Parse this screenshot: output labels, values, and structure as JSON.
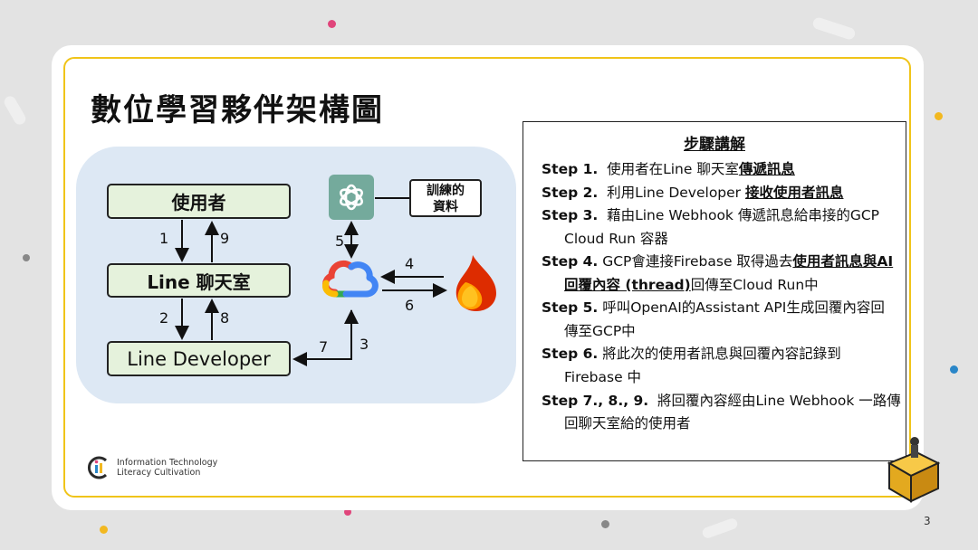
{
  "slide": {
    "title": "數位學習夥伴架構圖",
    "page_number": "3"
  },
  "diagram": {
    "nodes": {
      "user": "使用者",
      "line_chat": "Line 聊天室",
      "line_developer": "Line Developer",
      "training_data_line1": "訓練的",
      "training_data_line2": "資料"
    },
    "icons": {
      "openai": "openai-icon",
      "gcp": "google-cloud-icon",
      "firebase": "firebase-icon"
    },
    "labels": {
      "n1": "1",
      "n2": "2",
      "n3": "3",
      "n4": "4",
      "n5": "5",
      "n6": "6",
      "n7": "7",
      "n8": "8",
      "n9": "9"
    },
    "colors": {
      "panel": "#dde8f4",
      "node_fill": "#e5f2dc",
      "openai": "#74aa9c",
      "frame": "#f0c419"
    }
  },
  "steps": {
    "heading": "步驟講解",
    "s1_label": "Step 1.",
    "s1_a": "使用者在Line 聊天室",
    "s1_b": "傳遞訊息",
    "s2_label": "Step 2.",
    "s2_a": "利用Line Developer ",
    "s2_b": "接收使用者訊息",
    "s3_label": "Step 3.",
    "s3_a": "藉由Line Webhook 傳遞訊息給串接的GCP",
    "s3_c": "Cloud Run 容器",
    "s4_label": "Step 4.",
    "s4_a": "GCP會連接Firebase 取得過去",
    "s4_b": "使用者訊息與AI",
    "s4_c": "回覆內容 (thread)",
    "s4_d": "回傳至Cloud Run中",
    "s5_label": "Step 5.",
    "s5_a": "呼叫OpenAI的Assistant API生成回覆內容回",
    "s5_c": "傳至GCP中",
    "s6_label": "Step 6.",
    "s6_a": "將此次的使用者訊息與回覆內容記錄到",
    "s6_c": "Firebase 中",
    "s7_label": "Step 7., 8., 9.",
    "s7_a": "將回覆內容經由Line Webhook 一路傳",
    "s7_c": "回聊天室給的使用者"
  },
  "footer": {
    "logo_line1": "Information Technology",
    "logo_line2": "Literacy Cultivation"
  }
}
